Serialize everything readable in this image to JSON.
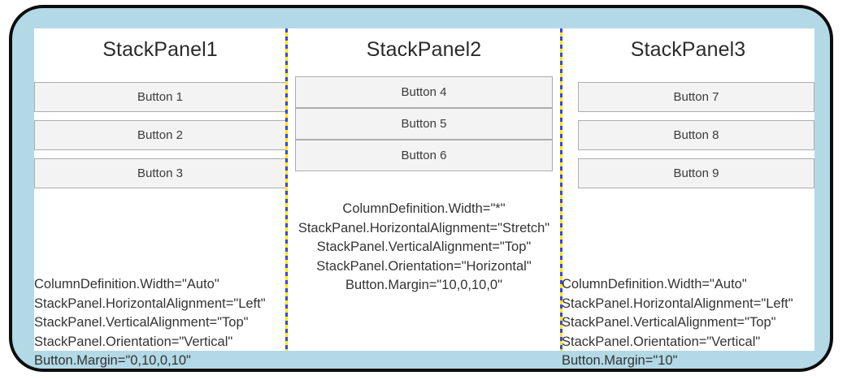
{
  "frame": {
    "border_color": "#0d0d0d",
    "fill_color": "#b3d9e6",
    "surface_color": "#ffffff"
  },
  "divider": {
    "color_a": "#3b46d8",
    "color_b": "#ffe800",
    "style": "dashed-vertical"
  },
  "columns": [
    {
      "title": "StackPanel1",
      "buttons": [
        "Button 1",
        "Button 2",
        "Button 3"
      ],
      "annotation": [
        "ColumnDefinition.Width=\"Auto\"",
        "StackPanel.HorizontalAlignment=\"Left\"",
        "StackPanel.VerticalAlignment=\"Top\"",
        "StackPanel.Orientation=\"Vertical\"",
        "Button.Margin=\"0,10,0,10\""
      ]
    },
    {
      "title": "StackPanel2",
      "buttons": [
        "Button 4",
        "Button 5",
        "Button 6"
      ],
      "annotation": [
        "ColumnDefinition.Width=\"*\"",
        "StackPanel.HorizontalAlignment=\"Stretch\"",
        "StackPanel.VerticalAlignment=\"Top\"",
        "StackPanel.Orientation=\"Horizontal\"",
        "Button.Margin=\"10,0,10,0\""
      ]
    },
    {
      "title": "StackPanel3",
      "buttons": [
        "Button 7",
        "Button 8",
        "Button 9"
      ],
      "annotation": [
        "ColumnDefinition.Width=\"Auto\"",
        "StackPanel.HorizontalAlignment=\"Left\"",
        "StackPanel.VerticalAlignment=\"Top\"",
        "StackPanel.Orientation=\"Vertical\"",
        "Button.Margin=\"10\""
      ]
    }
  ]
}
